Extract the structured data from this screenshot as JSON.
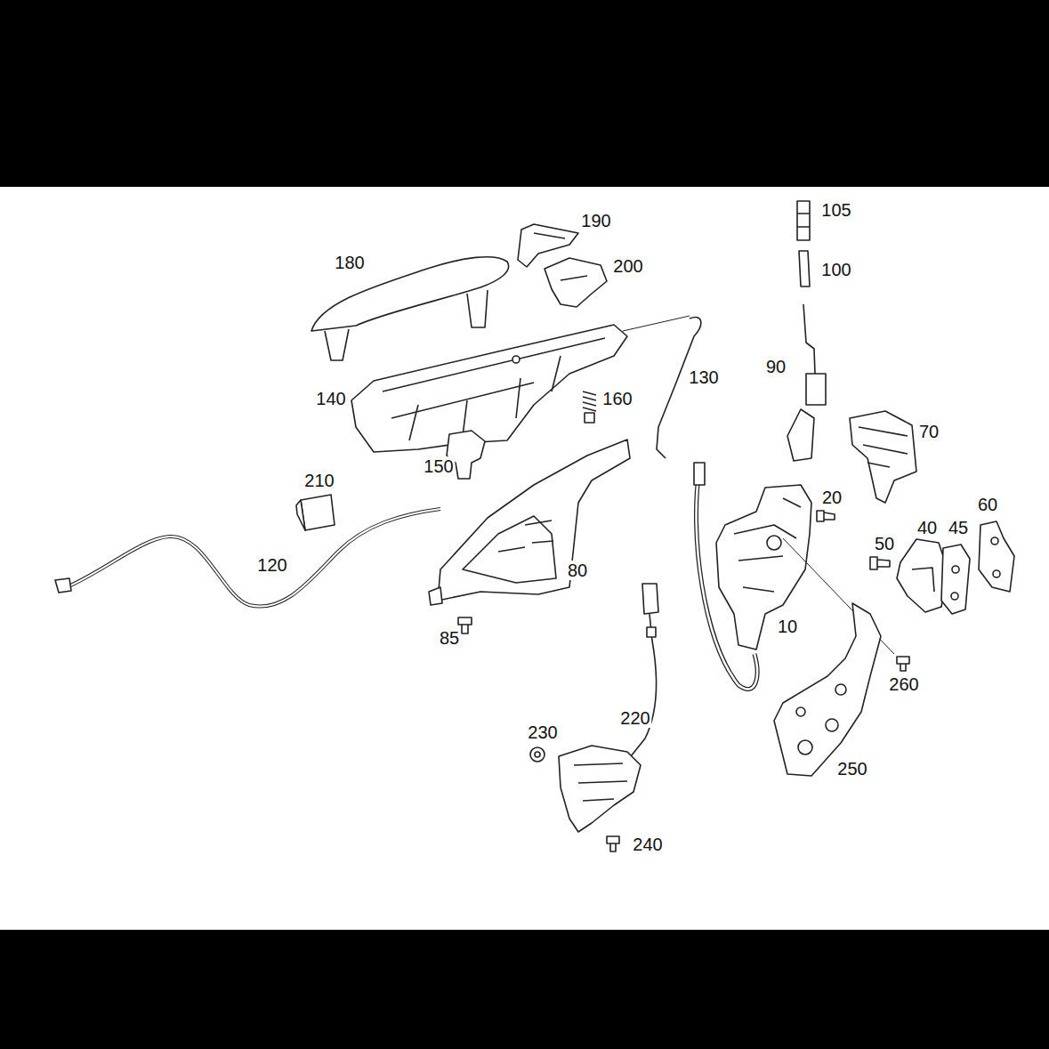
{
  "diagram": {
    "labels": [
      "105",
      "190",
      "180",
      "200",
      "100",
      "90",
      "130",
      "140",
      "160",
      "70",
      "150",
      "210",
      "20",
      "60",
      "40",
      "45",
      "50",
      "120",
      "80",
      "10",
      "85",
      "260",
      "220",
      "230",
      "250",
      "240"
    ]
  }
}
